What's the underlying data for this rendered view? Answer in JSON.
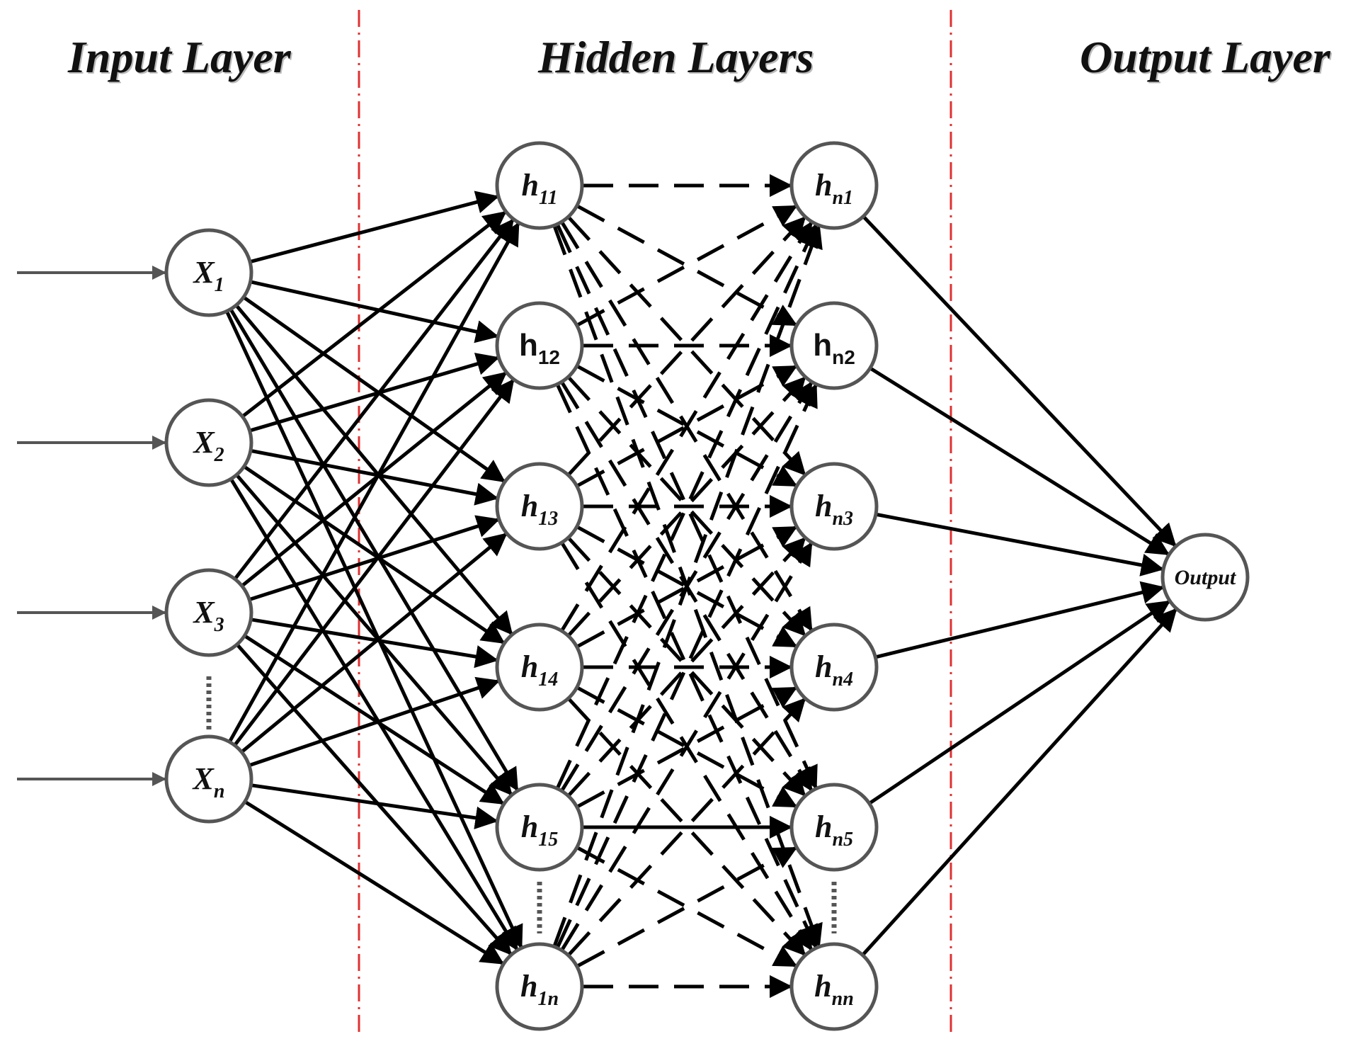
{
  "sections": {
    "input": "Input Layer",
    "hidden": "Hidden Layers",
    "output": "Output Layer"
  },
  "input_nodes": [
    {
      "main": "X",
      "sub": "1"
    },
    {
      "main": "X",
      "sub": "2"
    },
    {
      "main": "X",
      "sub": "3"
    },
    {
      "main": "X",
      "sub": "n"
    }
  ],
  "hidden_first": [
    {
      "main": "h",
      "sub": "11"
    },
    {
      "main": "h",
      "sub": "12",
      "upright": true
    },
    {
      "main": "h",
      "sub": "13"
    },
    {
      "main": "h",
      "sub": "14"
    },
    {
      "main": "h",
      "sub": "15"
    },
    {
      "main": "h",
      "sub": "1n"
    }
  ],
  "hidden_last": [
    {
      "main": "h",
      "sub": "n1"
    },
    {
      "main": "h",
      "sub": "n2",
      "upright": true
    },
    {
      "main": "h",
      "sub": "n3"
    },
    {
      "main": "h",
      "sub": "n4"
    },
    {
      "main": "h",
      "sub": "n5"
    },
    {
      "main": "h",
      "sub": "nn"
    }
  ],
  "output_node": {
    "label": "Output"
  },
  "colors": {
    "divider": "#e03030",
    "edge": "#000000",
    "node_stroke": "#555555"
  }
}
